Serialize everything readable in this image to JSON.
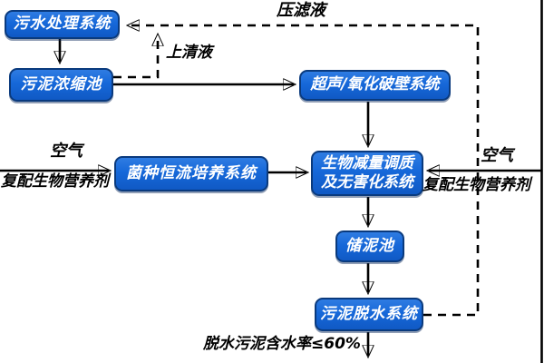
{
  "diagram": {
    "boxes": {
      "sewage": "污水处理系统",
      "thickener": "污泥浓缩池",
      "ultrasonic": "超声/氧化破壁系统",
      "culture": "菌种恒流培养系统",
      "bio_line1": "生物减量调质",
      "bio_line2": "及无害化系统",
      "storage": "储泥池",
      "dewatering": "污泥脱水系统"
    },
    "labels": {
      "filtrate": "压滤液",
      "supernatant": "上清液",
      "air_left": "空气",
      "nutrient_left": "复配生物营养剂",
      "air_right": "空气",
      "nutrient_right": "复配生物营养剂",
      "output": "脱水污泥含水率≤60%"
    },
    "colors": {
      "box_fill": "#1668d9",
      "box_border": "#0a3a7d",
      "box_text": "#ffffff",
      "line": "#000000",
      "background": "#ffffff"
    }
  }
}
